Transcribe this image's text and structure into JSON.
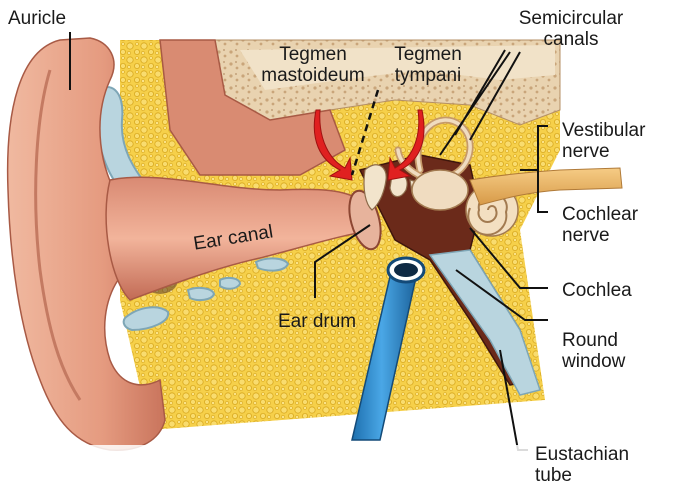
{
  "labels": {
    "auricle": "Auricle",
    "tegmen_mastoideum": "Tegmen\nmastoideum",
    "tegmen_tympani": "Tegmen\ntympani",
    "semicircular_canals": "Semicircular\ncanals",
    "vestibular_nerve": "Vestibular\nnerve",
    "cochlear_nerve": "Cochlear\nnerve",
    "ear_canal": "Ear canal",
    "cochlea": "Cochlea",
    "ear_drum": "Ear drum",
    "round_window": "Round\nwindow",
    "eustachian_tube": "Eustachian\ntube"
  },
  "colors": {
    "skin": "#e8a98f",
    "skin_dark": "#c77a63",
    "bone_yellow": "#f4c842",
    "bone_cream": "#efdcc0",
    "cartilage_blue": "#b7d3dd",
    "tube_blue": "#2a86c9",
    "red_arrow": "#e02020",
    "nerve": "#e8b060",
    "middle_ear_dark": "#6b2a1a"
  }
}
